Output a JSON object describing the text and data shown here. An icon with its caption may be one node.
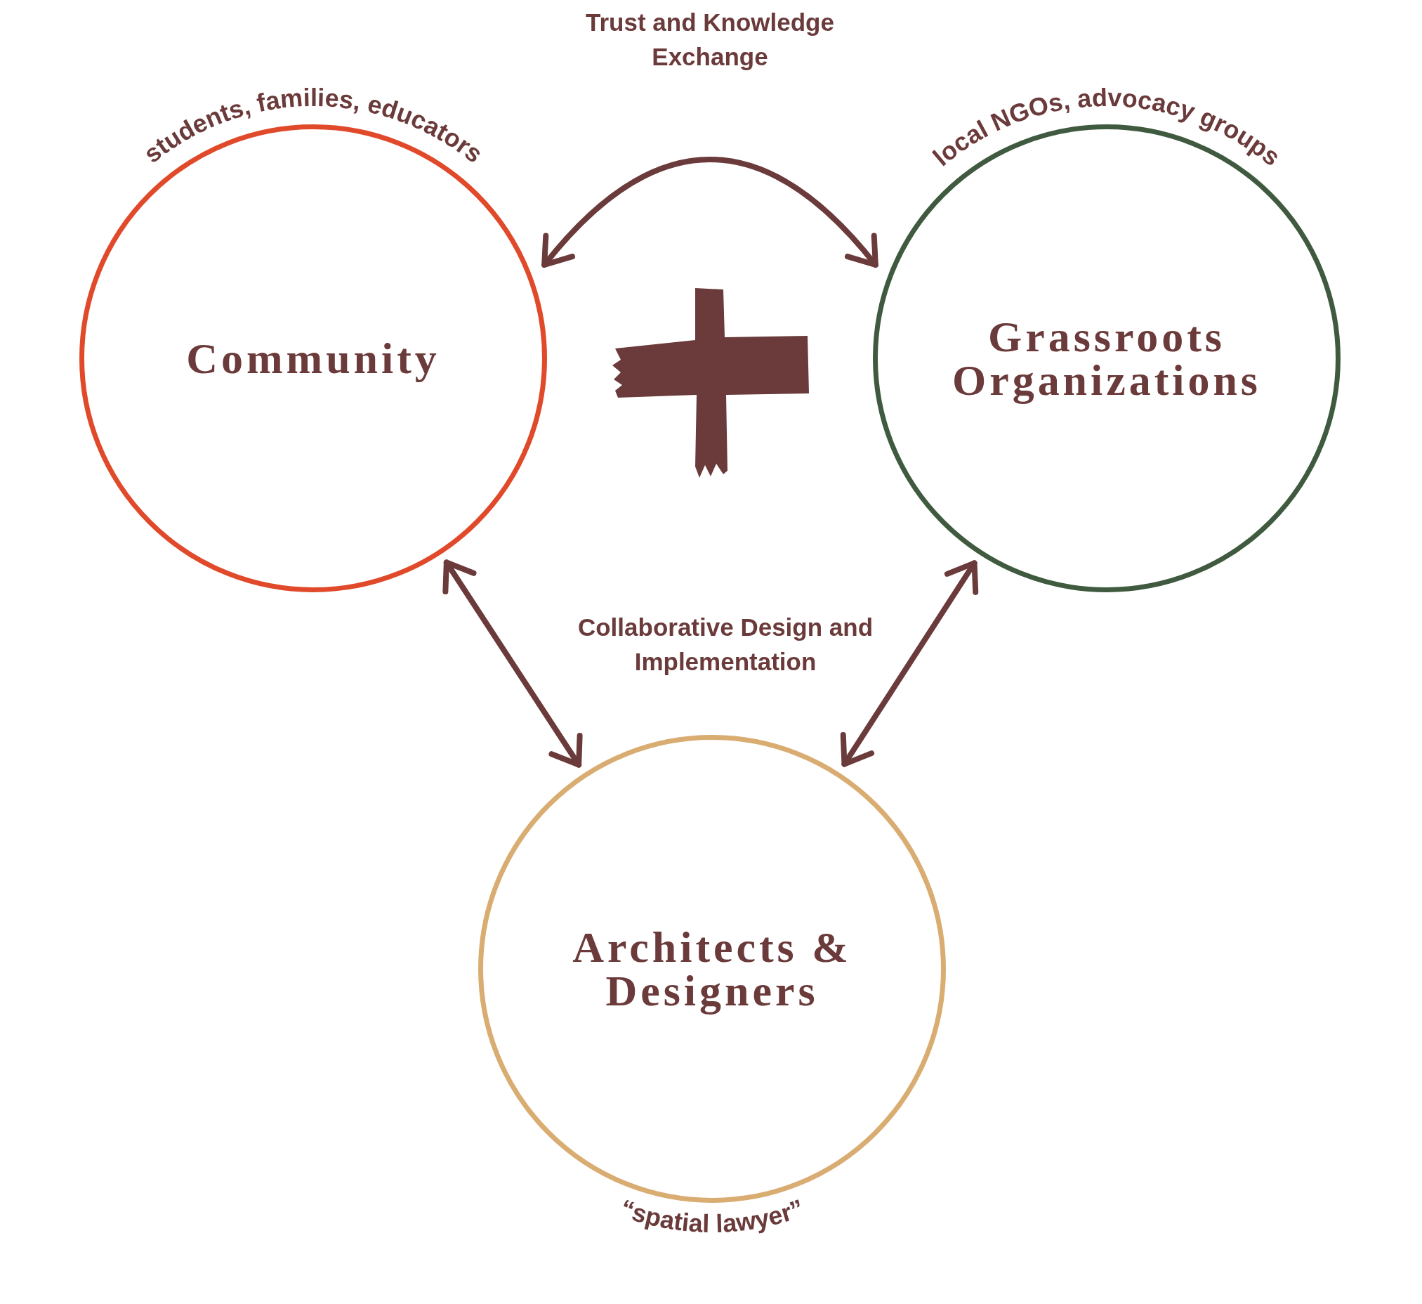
{
  "diagram": {
    "nodes": [
      {
        "text": [
          "students, families, educators",
          "Community"
        ]
      },
      {
        "text": [
          "local NGOs, advocacy groups",
          "Grassroots Organizations"
        ]
      },
      {
        "text": [
          "Architects & Designers",
          "“spatial lawyer”"
        ]
      }
    ],
    "edges": [
      {
        "from": 0,
        "to": 1,
        "arrow": "both",
        "label": "Trust and Knowledge Exchange"
      },
      {
        "from": 0,
        "to": 2,
        "arrow": "both"
      },
      {
        "from": 1,
        "to": 2,
        "arrow": "both"
      }
    ],
    "labels": [
      "Collaborative Design and Implementation"
    ]
  }
}
